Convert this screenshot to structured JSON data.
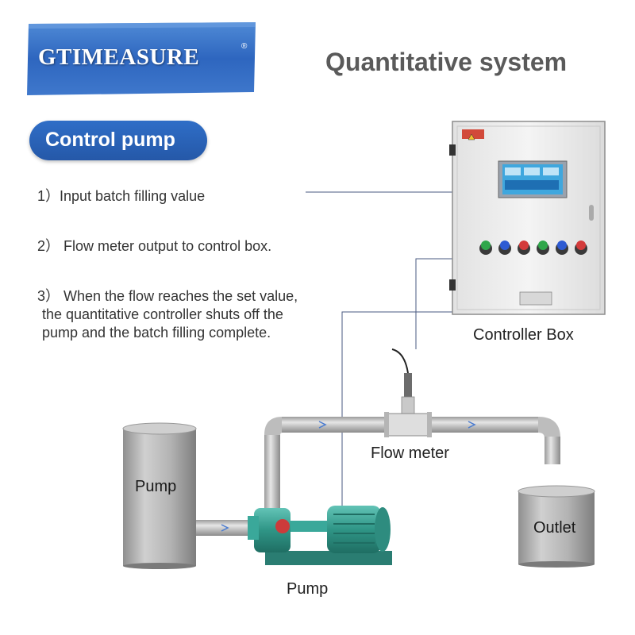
{
  "brand": {
    "logo_text": "GTIMEASURE",
    "registered_mark": "®"
  },
  "header": {
    "title": "Quantitative system"
  },
  "section": {
    "label": "Control pump"
  },
  "steps": [
    {
      "text": "1）Input batch filling value"
    },
    {
      "text": "2）  Flow meter output to control box."
    },
    {
      "line1": "3）  When the flow reaches the set value,",
      "line2": "the quantitative controller shuts off the",
      "line3": "pump and the  batch filling complete."
    }
  ],
  "labels": {
    "controller_box": "Controller Box",
    "flow_meter": "Flow meter",
    "pump_tank": "Pump",
    "pump": "Pump",
    "outlet": "Outlet"
  },
  "colors": {
    "brand_blue": "#2f6ec7",
    "pipe_grey": "#c3c3c3",
    "pump_teal": "#3aa89a",
    "cabinet_grey": "#ececec",
    "connector_line": "#4a5a80"
  },
  "controller_panel": {
    "buttons": [
      {
        "color": "green"
      },
      {
        "color": "blue"
      },
      {
        "color": "red"
      },
      {
        "color": "green"
      },
      {
        "color": "blue"
      },
      {
        "color": "red"
      }
    ]
  }
}
